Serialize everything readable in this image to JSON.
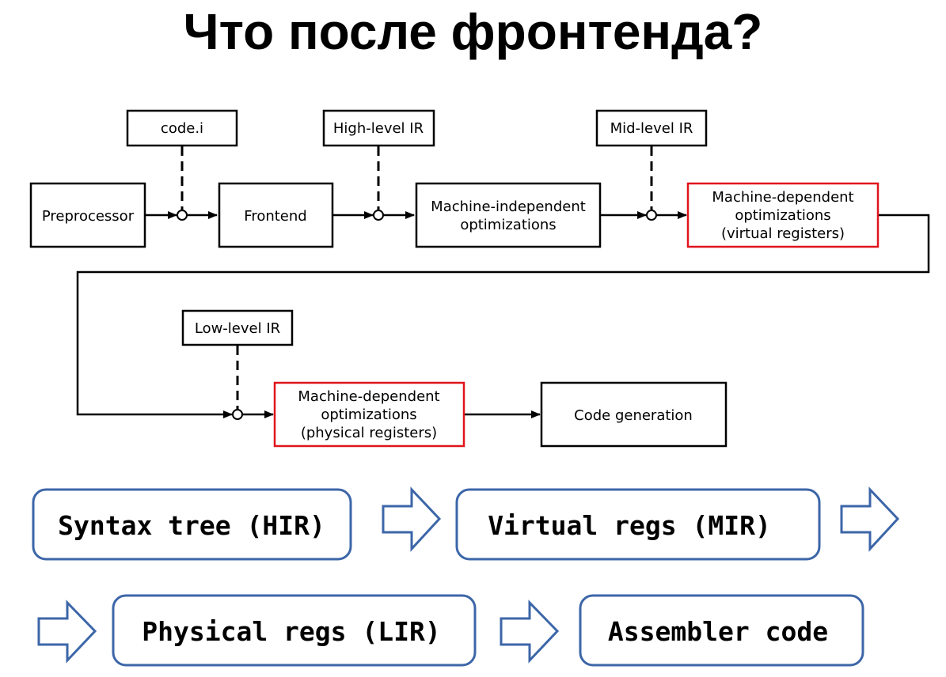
{
  "title": "Что после фронтенда?",
  "pipeline": {
    "preprocessor": "Preprocessor",
    "frontend": "Frontend",
    "machine_independent": [
      "Machine-independent",
      "optimizations"
    ],
    "machine_dependent_virtual": [
      "Machine-dependent",
      "optimizations",
      "(virtual registers)"
    ],
    "machine_dependent_physical": [
      "Machine-dependent",
      "optimizations",
      "(physical registers)"
    ],
    "code_generation": "Code generation"
  },
  "artifacts": {
    "code_i": "code.i",
    "high_level_ir": "High-level IR",
    "mid_level_ir": "Mid-level IR",
    "low_level_ir": "Low-level IR"
  },
  "stages": [
    "Syntax tree (HIR)",
    "Virtual regs (MIR)",
    "Physical regs (LIR)",
    "Assembler code"
  ],
  "colors": {
    "highlight_border": "#e0141b",
    "stage_border": "#3c66a8"
  }
}
